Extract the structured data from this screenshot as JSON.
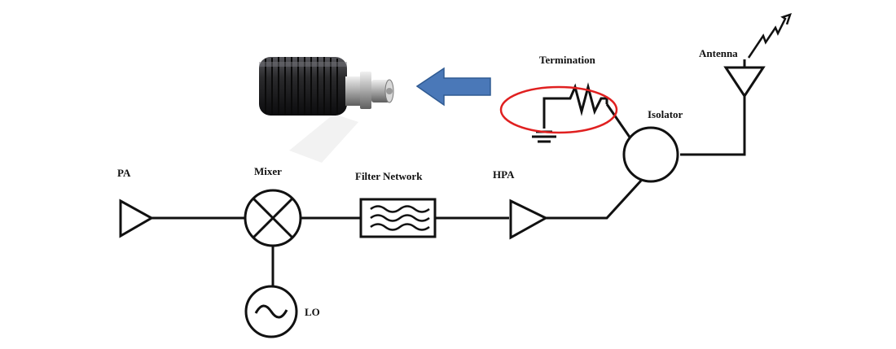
{
  "labels": {
    "pa": "PA",
    "mixer": "Mixer",
    "filter": "Filter Network",
    "hpa": "HPA",
    "isolator": "Isolator",
    "termination": "Termination",
    "antenna": "Antenna",
    "lo": "LO"
  },
  "colors": {
    "line": "#111111",
    "highlight": "#e02020",
    "arrow_fill": "#4a78b8",
    "arrow_stroke": "#2f5a92",
    "photo_body": "#2a2a2c",
    "photo_connector": "#c8c8c8"
  },
  "icons": {
    "photo": "coaxial-termination-photo",
    "arrow": "left-arrow-icon",
    "highlight": "highlight-ellipse"
  }
}
